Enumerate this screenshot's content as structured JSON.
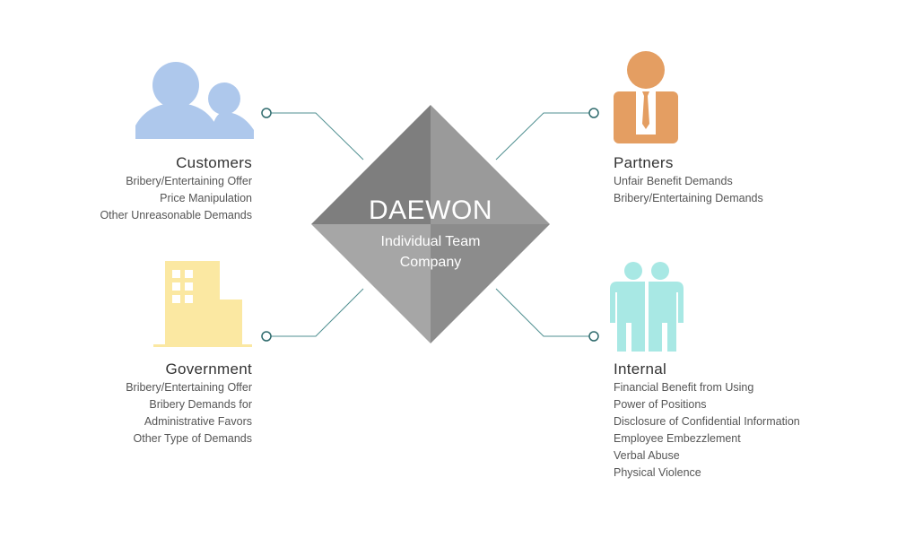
{
  "center": {
    "title": "DAEWON",
    "subtitle_line1": "Individual Team",
    "subtitle_line2": "Company"
  },
  "customers": {
    "title": "Customers",
    "items": [
      "Bribery/Entertaining Offer",
      "Price Manipulation",
      "Other Unreasonable Demands"
    ],
    "icon": "users-icon",
    "color": "#aec8ec"
  },
  "partners": {
    "title": "Partners",
    "items": [
      "Unfair Benefit Demands",
      "Bribery/Entertaining Demands"
    ],
    "icon": "businessman-icon",
    "color": "#e49e62"
  },
  "government": {
    "title": "Government",
    "items": [
      "Bribery/Entertaining Offer",
      "Bribery Demands for",
      "Administrative Favors",
      "Other Type of Demands"
    ],
    "icon": "building-icon",
    "color": "#fbe8a2"
  },
  "internal": {
    "title": "Internal",
    "items": [
      "Financial Benefit from Using",
      "Power of Positions",
      "Disclosure of Confidential Information",
      "Employee Embezzlement",
      "Verbal Abuse",
      "Physical Violence"
    ],
    "icon": "employees-icon",
    "color": "#a8e8e4"
  }
}
